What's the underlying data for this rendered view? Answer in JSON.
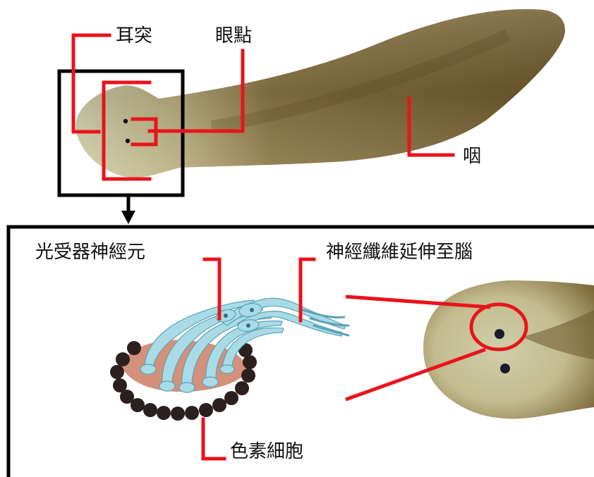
{
  "labels": {
    "auricle": "耳突",
    "eyespot": "眼點",
    "pharynx": "咽",
    "photoreceptor_neuron": "光受器神經元",
    "nerve_fibers": "神經纖維延伸至腦",
    "pigment_cells": "色素細胞"
  },
  "colors": {
    "leader_line": "#e8141b",
    "frame": "#000000",
    "worm_body": "#8a7440",
    "worm_head": "#c9c7a0",
    "neuron": "#a9dbe6",
    "pigment_cup": "#d4907a",
    "pigment_cell": "#2b1f1f"
  }
}
